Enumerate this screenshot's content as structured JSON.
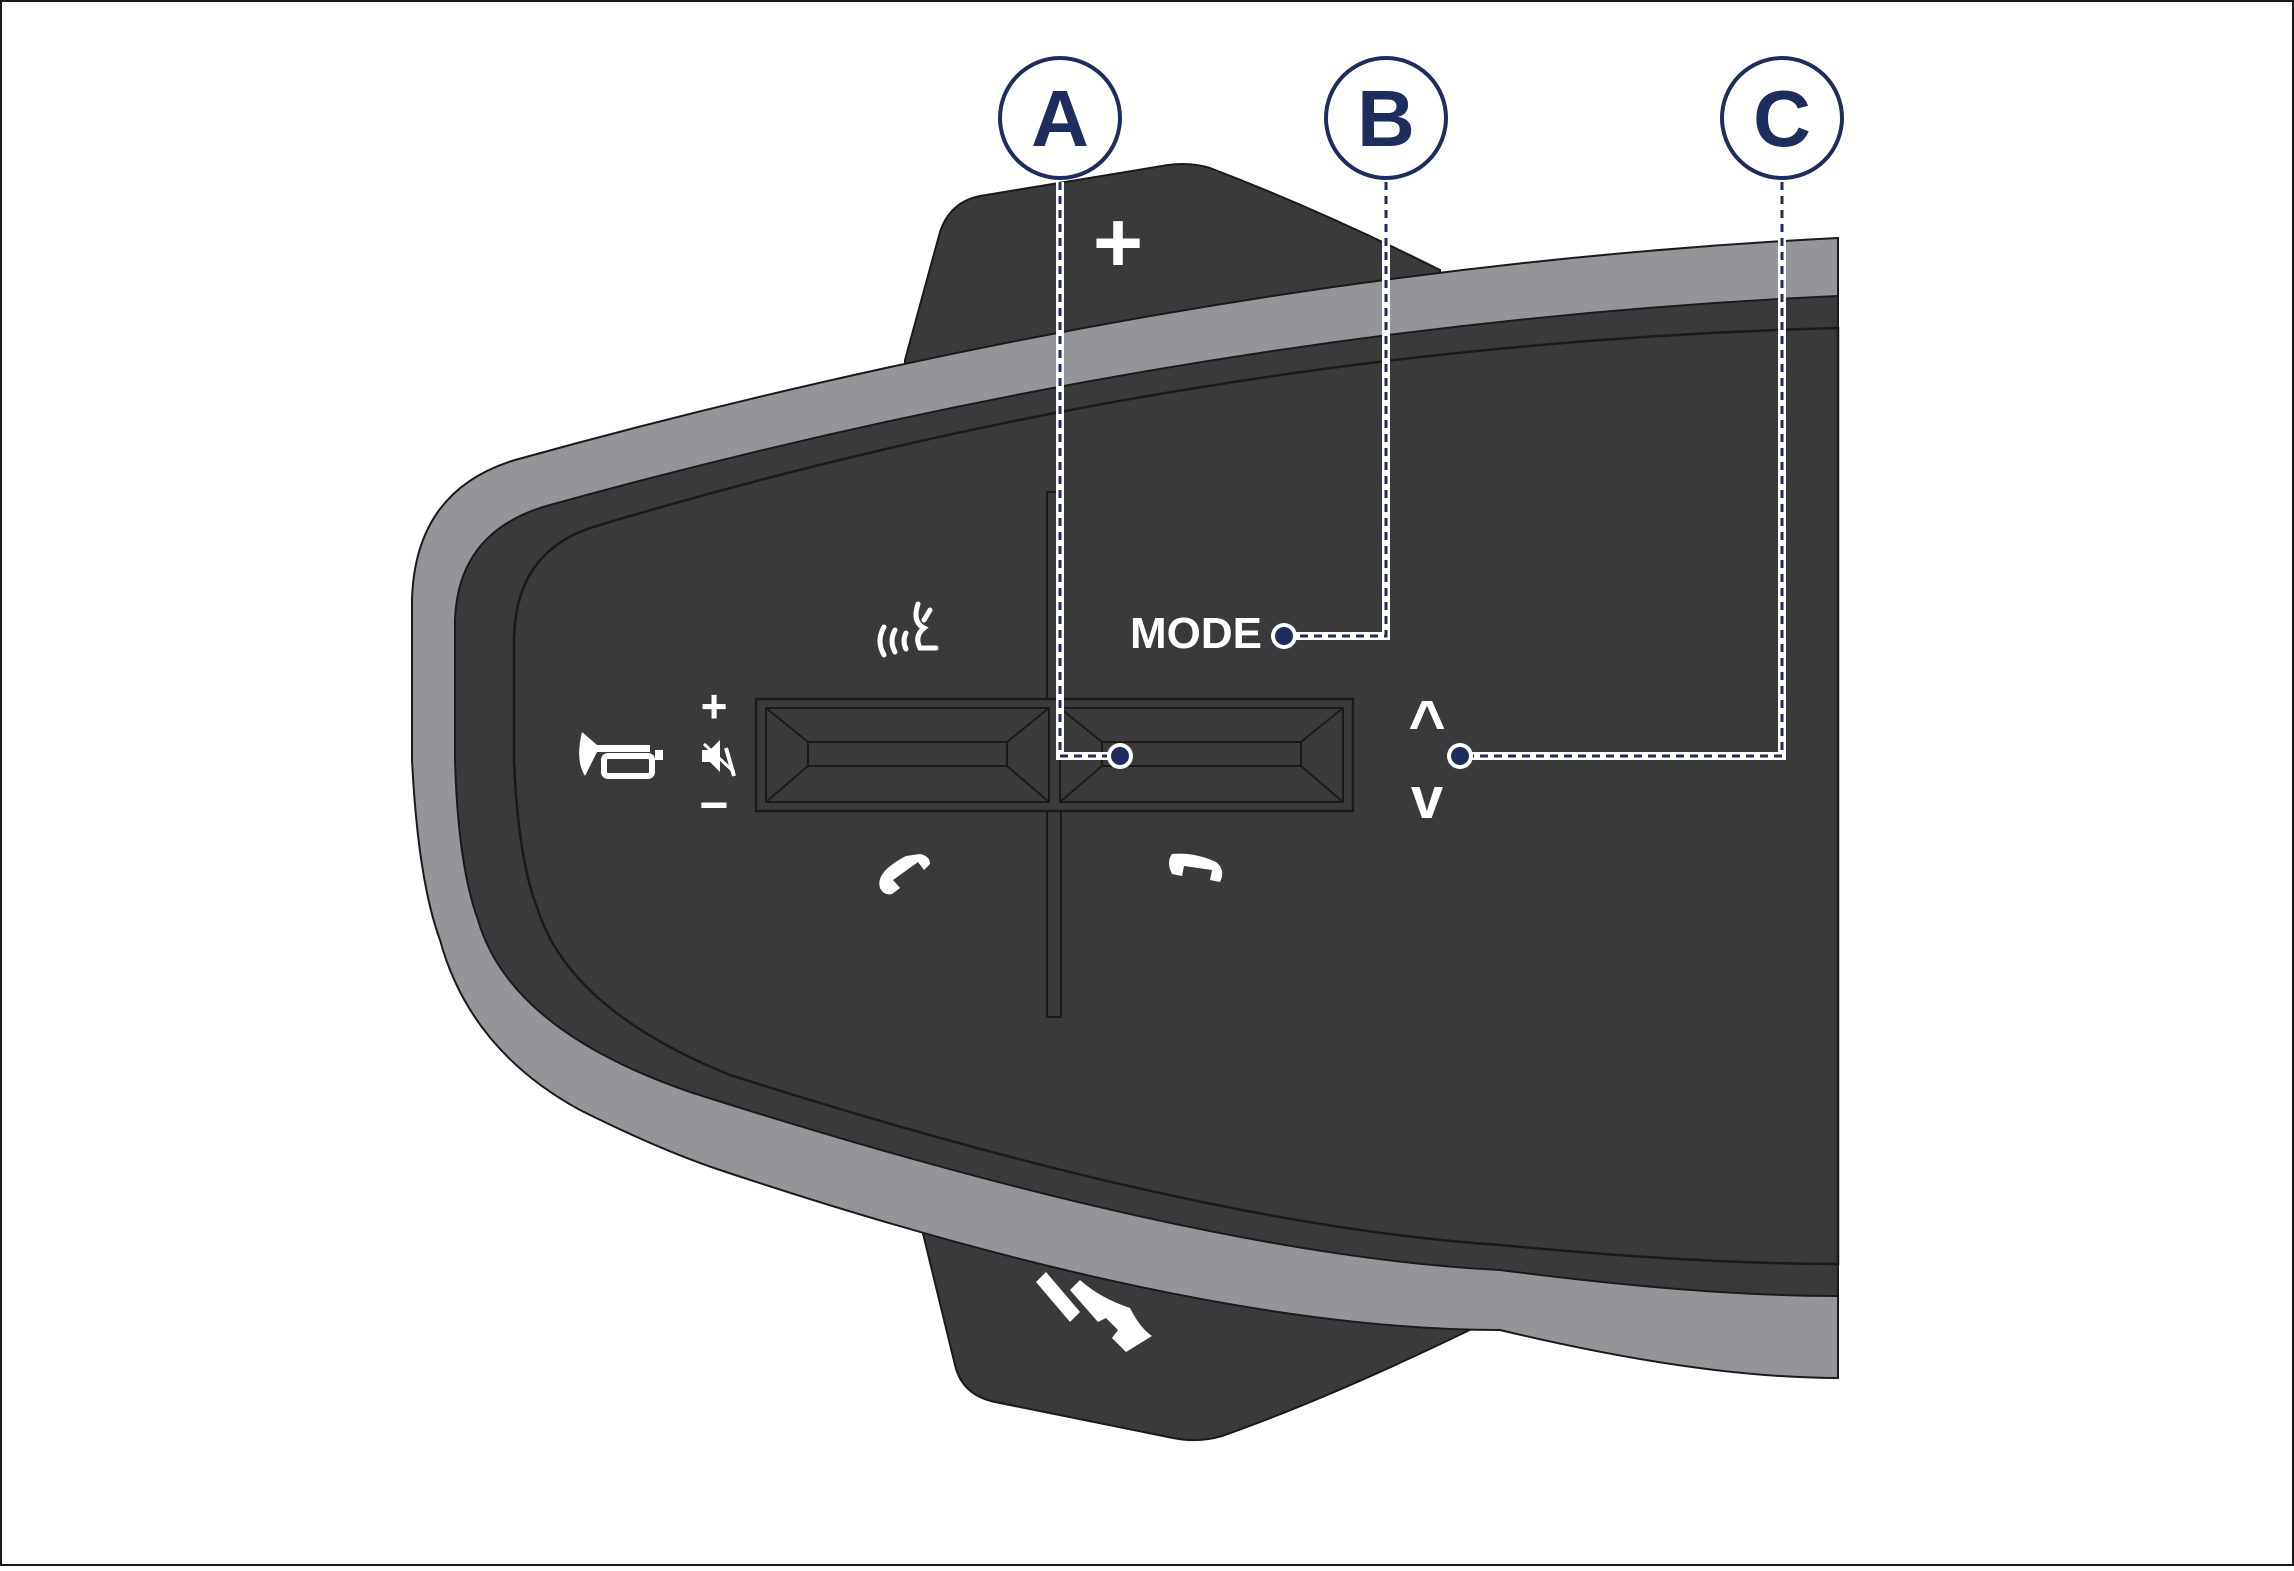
{
  "callouts": [
    {
      "letter": "A"
    },
    {
      "letter": "B"
    },
    {
      "letter": "C"
    }
  ],
  "labels": {
    "mode": "MODE",
    "plus_top": "+",
    "volume_plus": "+",
    "volume_minus": "−",
    "scroll_up": "^",
    "scroll_down": "v"
  },
  "icons": [
    "horn-icon",
    "mute-icon",
    "voice-command-icon",
    "phone-answer-icon",
    "phone-hangup-icon",
    "cruise-control-icon"
  ],
  "colors": {
    "housing": "#3a3a3c",
    "rim": "#939598",
    "callout": "#1e2d5e",
    "outline": "#1a1a1a",
    "symbol": "#ffffff"
  }
}
